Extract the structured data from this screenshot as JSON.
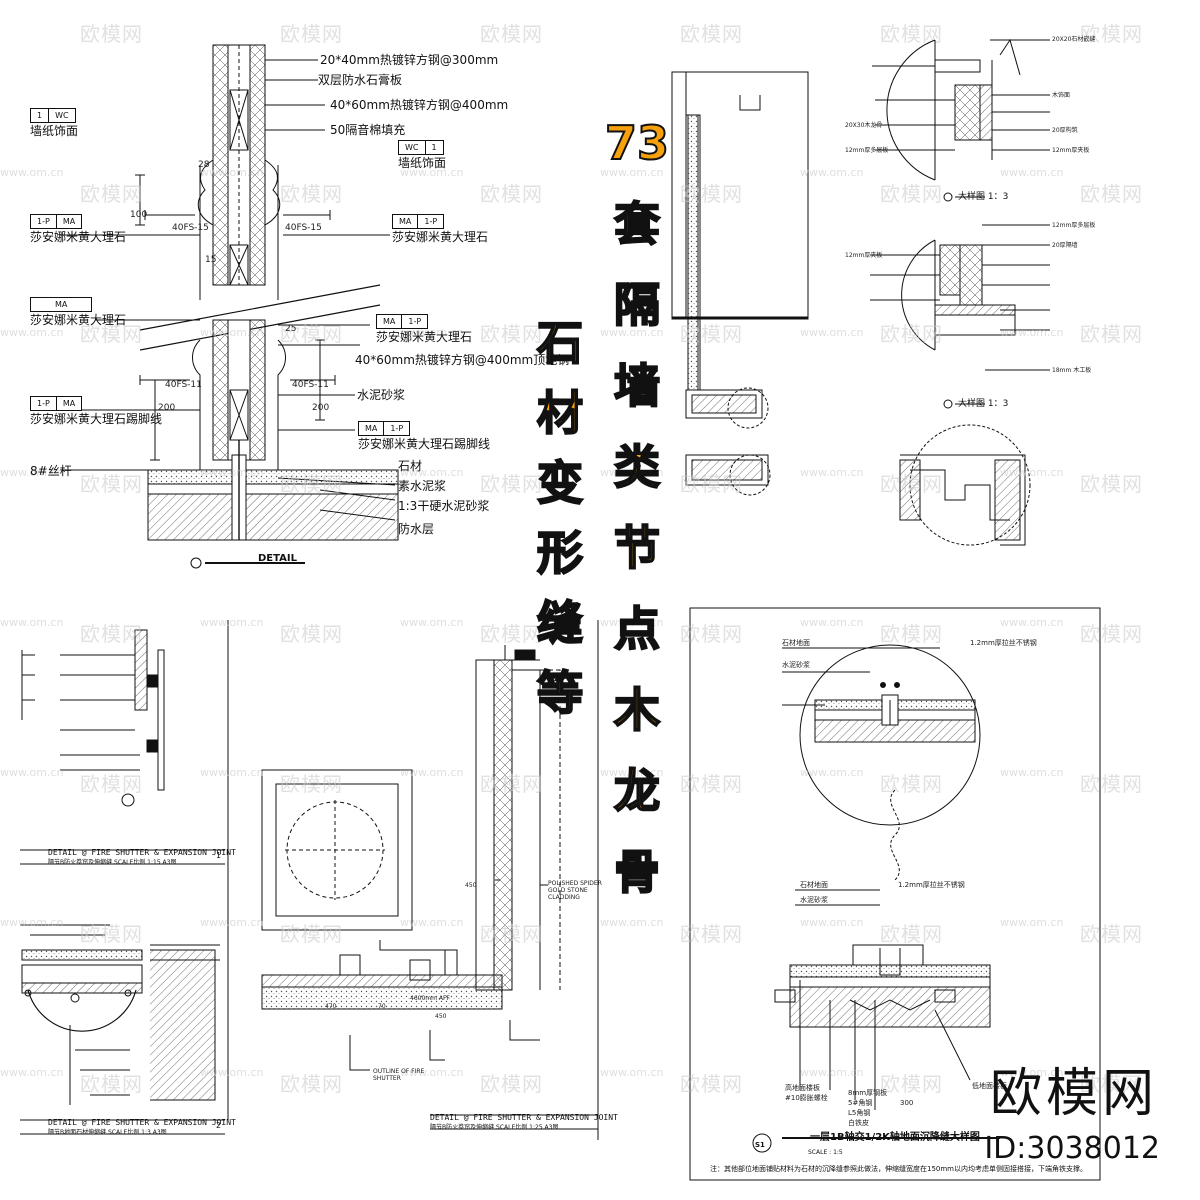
{
  "title": {
    "column_right": [
      "73",
      "套",
      "隔",
      "墙",
      "类",
      "节",
      "点",
      "木",
      "龙",
      "骨"
    ],
    "column_left": [
      "石",
      "材",
      "变",
      "形",
      "缝",
      "等"
    ]
  },
  "brand": {
    "name": "欧模网",
    "id": "ID:3038012"
  },
  "watermark": {
    "text": "欧模网",
    "url": "www.om.cn"
  },
  "detail1": {
    "right_labels": [
      "20*40mm热镀锌方钢@300mm",
      "双层防水石膏板",
      "40*60mm热镀锌方钢@400mm",
      "50隔音棉填充",
      "墙纸饰面",
      "莎安娜米黄大理石",
      "莎安娜米黄大理石",
      "40*60mm热镀锌方钢@400mm顶地钢",
      "水泥砂浆",
      "莎安娜米黄大理石踢脚线",
      "石材",
      "素水泥浆",
      "1:3干硬水泥砂浆",
      "防水层"
    ],
    "left_labels": [
      "墙纸饰面",
      "莎安娜米黄大理石",
      "莎安娜米黄大理石",
      "莎安娜米黄大理石踢脚线",
      "8#丝杆"
    ],
    "tags": {
      "wc_left": [
        "1",
        "WC"
      ],
      "wc_right": [
        "WC",
        "1"
      ],
      "ma_left_1": [
        "1-P",
        "MA"
      ],
      "ma_right_1": [
        "MA",
        "1-P"
      ],
      "ma_left_2": [
        "MA"
      ],
      "ma_right_2": [
        "MA",
        "1-P"
      ],
      "ma_left_3": [
        "1-P",
        "MA"
      ],
      "ma_right_3": [
        "MA",
        "1-P"
      ]
    },
    "dims": [
      "40FS-15",
      "40FS-15",
      "40FS-11",
      "40FS-11",
      "28",
      "100",
      "25",
      "200",
      "200",
      "15"
    ],
    "caption": "DETAIL"
  },
  "detail_tr": {
    "caption_1": "大样图 1：3",
    "caption_2": "大样图 1：3",
    "notes": [
      "20X20石材嵌缝",
      "20X30木龙骨",
      "12mm厚多层板",
      "12mm厚夹板",
      "20厚构筑",
      "木饰面",
      "12mm厚多层板",
      "12mm厚夹板",
      "20厚隔墙",
      "18mm 木工板"
    ]
  },
  "detail_bl": {
    "caption_1": "DETAIL @ FIRE SHUTTER & EXPANSION JOINT",
    "caption_1_sub": "隔节B防火卷帘及伸缩缝   SCALE比例 1:15 A3图",
    "caption_2": "DETAIL @ FIRE SHUTTER & EXPANSION JOINT",
    "caption_2_sub": "隔节B地面石材伸缩缝   SCALE比例 1:3 A3图",
    "num_1": "1",
    "num_2": "2"
  },
  "detail_bc": {
    "caption": "DETAIL @ FIRE SHUTTER & EXPANSION JOINT",
    "caption_sub": "隔节B防火卷帘及伸缩缝   SCALE比例 1:25 A3图",
    "level": "4600mm AFF",
    "dims": [
      "470",
      "70",
      "450",
      "450"
    ],
    "notes": [
      "POLISHED SPIDER GOLD STONE CLADDING",
      "OUTLINE OF FIRE SHUTTER"
    ]
  },
  "detail_br": {
    "labels_top": [
      "石材地面",
      "水泥砂浆",
      "1.2mm厚拉丝不锈钢"
    ],
    "labels_mid": [
      "石材地面",
      "水泥砂浆",
      "1.2mm厚拉丝不锈钢"
    ],
    "labels_bottom": [
      "高地面楼板",
      "#10膨胀螺栓",
      "8mm厚钢板",
      "5#角钢",
      "L5角钢",
      "白铁皮",
      "低地面楼板"
    ],
    "bottom_dim": "300",
    "title": "一层1B轴交1/2K轴地面沉降缝大样图",
    "scale": "SCALE : 1:5",
    "marker": "S1",
    "note": "注：其他部位地面铺贴材料为石材的沉降缝参照此做法，伸缩缝宽度在150mm以内均考虑单侧固接搭接，下端角铁支撑。"
  }
}
